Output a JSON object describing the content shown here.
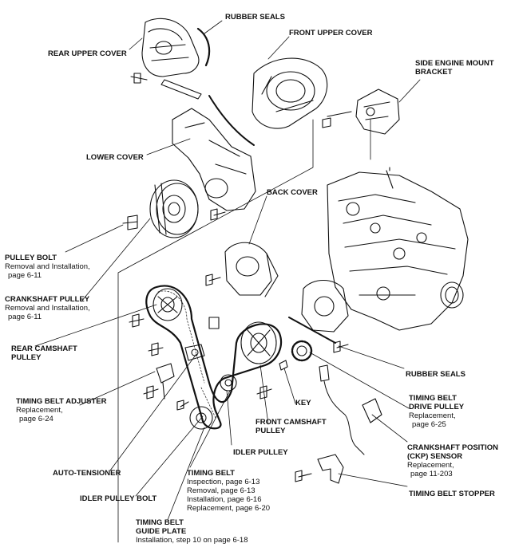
{
  "diagram": {
    "labels": {
      "rubber_seals_top": {
        "title": "RUBBER SEALS"
      },
      "front_upper_cover": {
        "title": "FRONT UPPER COVER"
      },
      "rear_upper_cover": {
        "title": "REAR UPPER COVER"
      },
      "side_engine_mount_bracket": {
        "title1": "SIDE ENGINE MOUNT",
        "title2": "BRACKET"
      },
      "lower_cover": {
        "title": "LOWER COVER"
      },
      "back_cover": {
        "title": "BACK COVER"
      },
      "pulley_bolt": {
        "title": "PULLEY BOLT",
        "line1": "Removal and Installation,",
        "line2": "page 6-11"
      },
      "crankshaft_pulley": {
        "title": "CRANKSHAFT PULLEY",
        "line1": "Removal and Installation,",
        "line2": "page 6-11"
      },
      "rear_camshaft_pulley": {
        "title1": "REAR CAMSHAFT",
        "title2": "PULLEY"
      },
      "timing_belt_adjuster": {
        "title": "TIMING BELT ADJUSTER",
        "line1": "Replacement,",
        "line2": "page 6-24"
      },
      "auto_tensioner": {
        "title": "AUTO-TENSIONER"
      },
      "idler_pulley_bolt": {
        "title": "IDLER PULLEY BOLT"
      },
      "timing_belt_guide_plate": {
        "title1": "TIMING BELT",
        "title2": "GUIDE PLATE",
        "line1": "Installation, step 10 on page 6-18"
      },
      "timing_belt": {
        "title": "TIMING BELT",
        "line1": "Inspection, page 6-13",
        "line2": "Removal, page 6-13",
        "line3": "Installation, page 6-16",
        "line4": "Replacement, page 6-20"
      },
      "idler_pulley": {
        "title": "IDLER PULLEY"
      },
      "front_camshaft_pulley": {
        "title1": "FRONT CAMSHAFT",
        "title2": "PULLEY"
      },
      "key": {
        "title": "KEY"
      },
      "rubber_seals_bottom": {
        "title": "RUBBER SEALS"
      },
      "timing_belt_drive_pulley": {
        "title1": "TIMING BELT",
        "title2": "DRIVE PULLEY",
        "line1": "Replacement,",
        "line2": "page 6-25"
      },
      "ckp_sensor": {
        "title1": "CRANKSHAFT POSITION",
        "title2": "(CKP) SENSOR",
        "line1": "Replacement,",
        "line2": "page 11-203"
      },
      "timing_belt_stopper": {
        "title": "TIMING BELT STOPPER"
      }
    }
  }
}
